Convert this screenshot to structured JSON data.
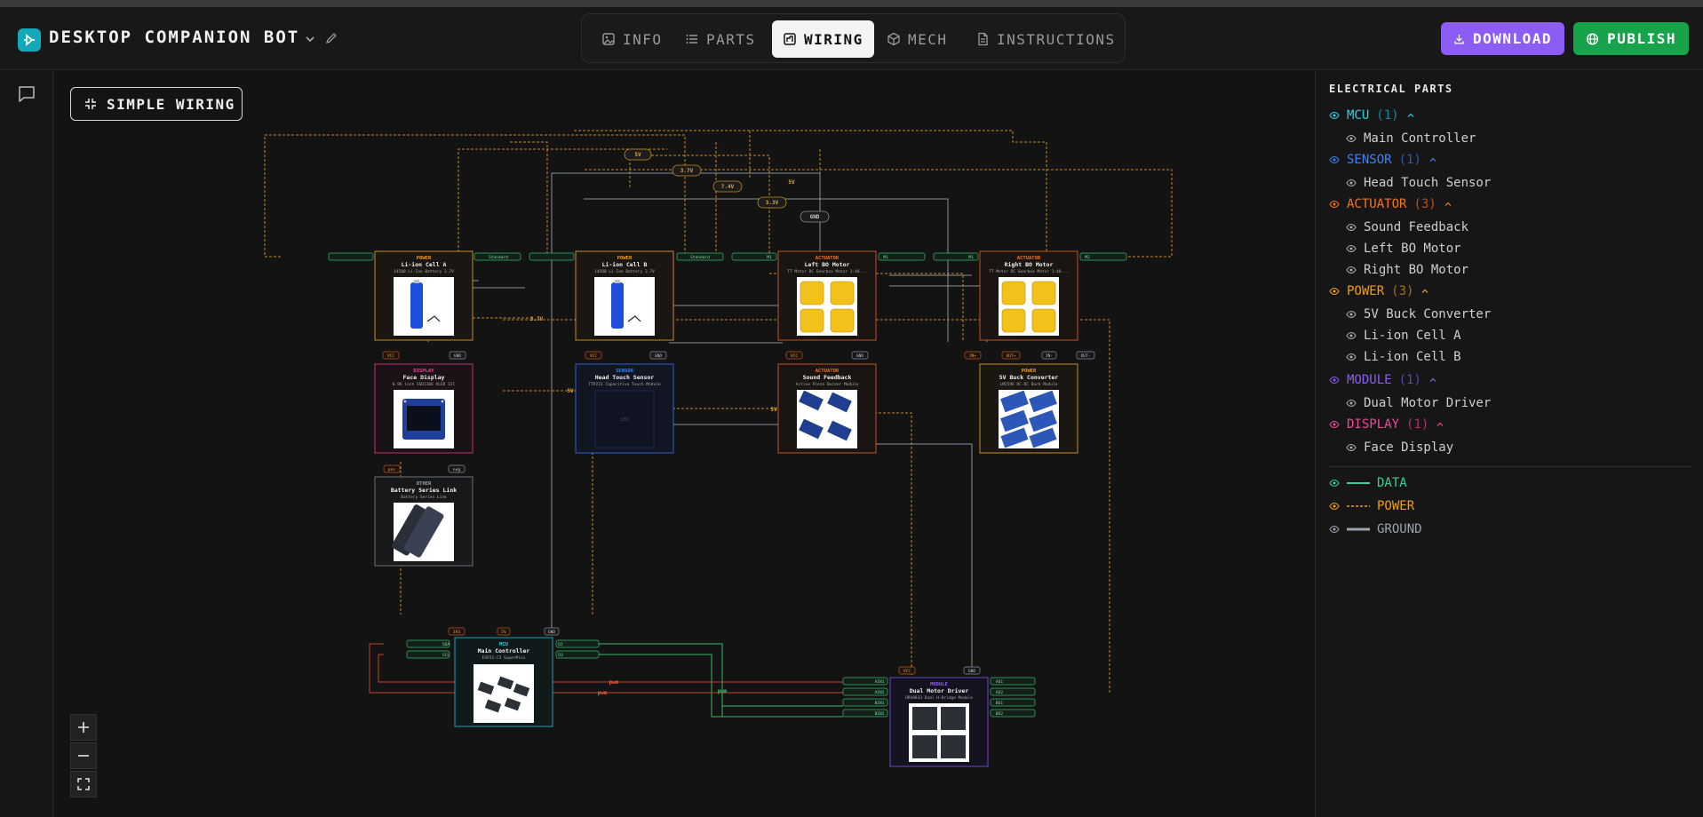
{
  "app": {
    "title": "DESKTOP COMPANION BOT"
  },
  "tabs": [
    {
      "label": "INFO",
      "icon": "image-icon"
    },
    {
      "label": "PARTS",
      "icon": "list-icon"
    },
    {
      "label": "WIRING",
      "icon": "wiring-icon",
      "active": true
    },
    {
      "label": "MECH",
      "icon": "cube-icon"
    },
    {
      "label": "INSTRUCTIONS",
      "icon": "document-icon"
    }
  ],
  "actions": {
    "download": "DOWNLOAD",
    "publish": "PUBLISH"
  },
  "canvas": {
    "simple_wiring": "SIMPLE WIRING"
  },
  "zoom": {
    "in": "+",
    "out": "−"
  },
  "colors": {
    "mcu": "#22d3ee",
    "sensor": "#3b82f6",
    "actuator": "#f97316",
    "power": "#f59e0b",
    "module": "#8b5cf6",
    "display": "#ec4899",
    "other": "#9ca3af",
    "data": "#34d399",
    "ground": "#9ca3af"
  },
  "diagram": {
    "components": [
      {
        "cat": "POWER",
        "name": "Li-ion Cell A",
        "sub": "14500 Li-Ion Battery 3.7V"
      },
      {
        "cat": "POWER",
        "name": "Li-ion Cell B",
        "sub": "14500 Li-Ion Battery 3.7V"
      },
      {
        "cat": "ACTUATOR",
        "name": "Left BO Motor",
        "sub": "TT Motor DC Gearbox Motor 1:48..."
      },
      {
        "cat": "ACTUATOR",
        "name": "Right BO Motor",
        "sub": "TT Motor DC Gearbox Motor 1:48..."
      },
      {
        "cat": "DISPLAY",
        "name": "Face Display",
        "sub": "0.96 inch SSD1306 OLED I2C"
      },
      {
        "cat": "SENSOR",
        "name": "Head Touch Sensor",
        "sub": "TTP223 Capacitive Touch Module"
      },
      {
        "cat": "ACTUATOR",
        "name": "Sound Feedback",
        "sub": "Active Piezo Buzzer Module"
      },
      {
        "cat": "POWER",
        "name": "5V Buck Converter",
        "sub": "LM2596 DC-DC Buck Module"
      },
      {
        "cat": "OTHER",
        "name": "Battery Series Link",
        "sub": "Battery Series Link"
      },
      {
        "cat": "MCU",
        "name": "Main Controller",
        "sub": "ESP32-C3 SuperMini"
      },
      {
        "cat": "MODULE",
        "name": "Dual Motor Driver",
        "sub": "DRV8833 Dual H-Bridge Module"
      }
    ],
    "pins": [
      "VCC",
      "GND",
      "pos",
      "neg",
      "3V3",
      "5V",
      "IN+",
      "OUT+",
      "IN-",
      "OUT-",
      "SDA",
      "SCL",
      "D2",
      "D3",
      "AIN1",
      "AIN2",
      "BIN1",
      "BIN2",
      "AO1",
      "AO2",
      "BO1",
      "BO2",
      "M1",
      "M2"
    ],
    "wire_labels": [
      "5V",
      "3.7V",
      "7.4V",
      "3.3V",
      "GND",
      "5V",
      "3.7V",
      "5V",
      "5V",
      "pwm",
      "pwm",
      "pwm"
    ],
    "misc": {
      "led": "LED",
      "standard": "Standard"
    }
  },
  "panel": {
    "title": "ELECTRICAL PARTS",
    "groups": [
      {
        "name": "MCU",
        "count": "(1)",
        "color": "#22d3ee",
        "items": [
          "Main Controller"
        ]
      },
      {
        "name": "SENSOR",
        "count": "(1)",
        "color": "#3b82f6",
        "items": [
          "Head Touch Sensor"
        ]
      },
      {
        "name": "ACTUATOR",
        "count": "(3)",
        "color": "#f97316",
        "items": [
          "Sound Feedback",
          "Left BO Motor",
          "Right BO Motor"
        ]
      },
      {
        "name": "POWER",
        "count": "(3)",
        "color": "#f59e0b",
        "items": [
          "5V Buck Converter",
          "Li-ion Cell A",
          "Li-ion Cell B"
        ]
      },
      {
        "name": "MODULE",
        "count": "(1)",
        "color": "#8b5cf6",
        "items": [
          "Dual Motor Driver"
        ]
      },
      {
        "name": "DISPLAY",
        "count": "(1)",
        "color": "#ec4899",
        "items": [
          "Face Display"
        ]
      }
    ],
    "legend": [
      {
        "name": "DATA",
        "color": "#34d399",
        "style": "solid"
      },
      {
        "name": "POWER",
        "color": "#f59e0b",
        "style": "dashed"
      },
      {
        "name": "GROUND",
        "color": "#9ca3af",
        "style": "solid"
      }
    ]
  }
}
